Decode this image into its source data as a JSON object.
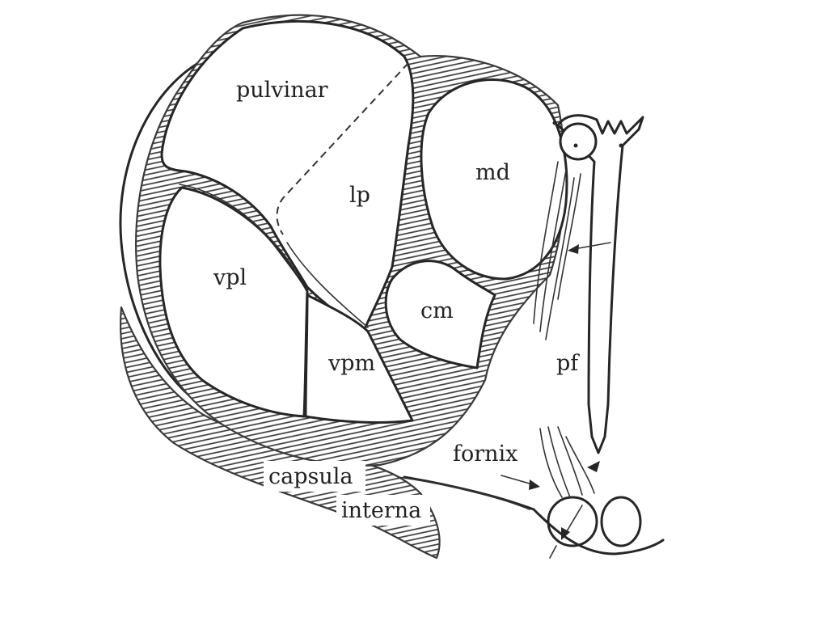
{
  "labels": {
    "pulvinar": "pulvinar",
    "lp": "lp",
    "md": "md",
    "vpl": "vpl",
    "cm": "cm",
    "vpm": "vpm",
    "pf": "pf",
    "fornix": "fornix",
    "capsula": "capsula",
    "interna": "interna"
  },
  "colors": {
    "ink": "#262626",
    "hatch": "#3a3a3a",
    "background": "#ffffff"
  }
}
